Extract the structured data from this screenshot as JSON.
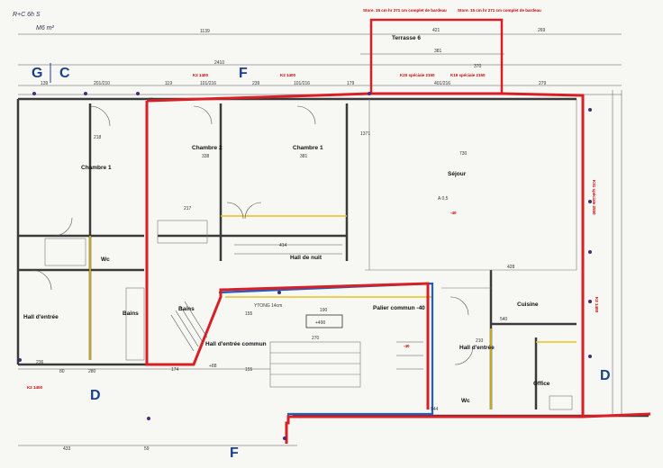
{
  "handwritten_note": "R+C 6h S",
  "handwritten_note2": "M6 m²",
  "section_markers": {
    "g": "G",
    "c": "C",
    "f_top": "F",
    "f_bottom": "F",
    "d_left": "D",
    "d_right": "D"
  },
  "rooms": {
    "terrasse": "Terrasse 6",
    "chambre1_left": "Chambre 1",
    "chambre2": "Chambre 2",
    "chambre1_mid": "Chambre 1",
    "sejour": "Séjour",
    "hall_de_nuit": "Hall de nuit",
    "bains_left": "Bains",
    "bains_mid": "Bains",
    "wc_left": "Wc",
    "hall_entree_left": "Hall d'entrée",
    "hall_entree_commun": "Hall d'entrée commun",
    "palier_commun": "Palier commun -40",
    "cuisine": "Cuisine",
    "hall_entree_right": "Hall d'entrée",
    "office": "Office",
    "wc_right": "Wc"
  },
  "annotations": {
    "top_note_left": "Store. 15 cm hr 271 cm complet de bardeau",
    "top_note_right": "Store. 15 cm hr 271 cm complet de bardeau",
    "k2_1400_a": "K2 1400",
    "k2_1400_b": "K2 1400",
    "k20_speciale": "K20 spéciale 2150",
    "k19_speciale": "K19 spéciale 2150",
    "k31_speciale": "K31 spéciale 2550",
    "k2_1400_right": "K2 1400",
    "k2_1400_left": "K2 1400",
    "level_a05": "A 0,5",
    "level_m40": "-40",
    "level_490": "+490",
    "level_p88": "+88",
    "level_m40b": "-40",
    "ytong": "YTONG 14cm"
  },
  "dimensions": {
    "top_total": "1139",
    "top_421": "421",
    "top_269": "269",
    "top_381": "381",
    "top_370": "370",
    "top_2410": "2410",
    "d_139": "139",
    "d_201": "201/210",
    "d_119": "119",
    "d_101a": "101/216",
    "d_239": "239",
    "d_101b": "101/216",
    "d_179": "179",
    "d_401": "401/216",
    "d_279": "279",
    "d_1371": "1371",
    "d_730": "730",
    "d_338": "338",
    "d_381": "381",
    "d_218": "218",
    "d_217": "217",
    "d_414": "414",
    "d_155": "155",
    "d_190": "190",
    "d_270": "270",
    "d_428": "428",
    "d_210": "210",
    "d_433": "433",
    "d_59": "59",
    "d_80": "80",
    "d_236": "236",
    "d_280": "280",
    "d_174": "174",
    "d_155b": "155",
    "d_944": "944",
    "d_540": "540"
  },
  "colors": {
    "apartment_outline": "#d81f26",
    "common_outline": "#1f5fc4",
    "insulation": "#e6c21d",
    "wall": "#3a3a3a",
    "marker_text": "#1b3f8f"
  }
}
